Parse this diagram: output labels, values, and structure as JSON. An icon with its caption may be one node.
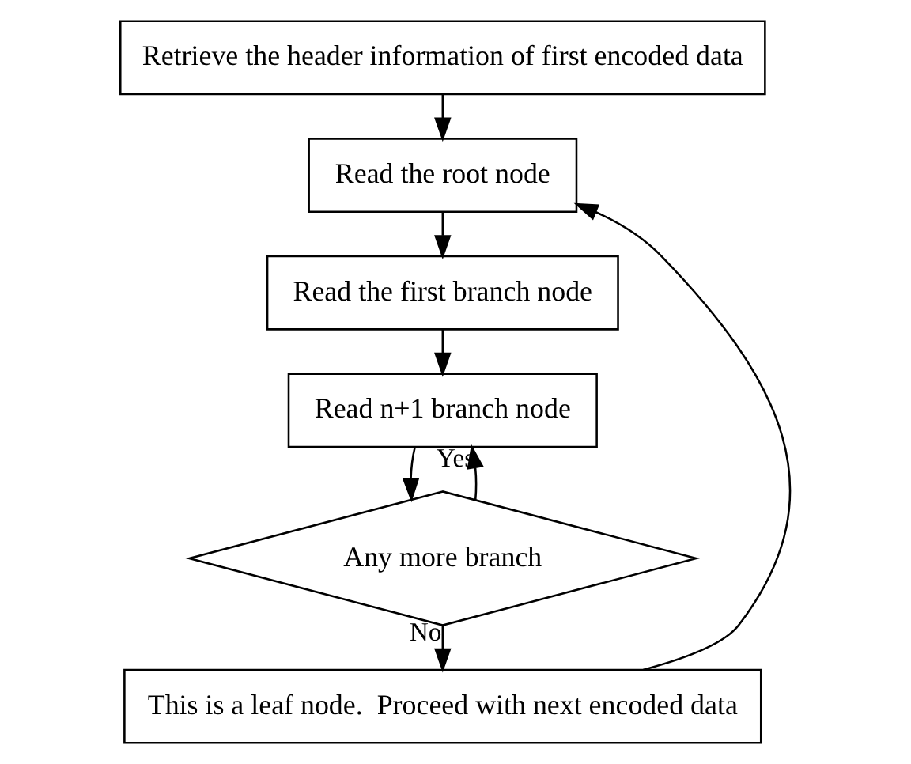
{
  "diagram": {
    "nodes": [
      {
        "text": [
          "Retrieve the header information of first encoded data"
        ]
      },
      {
        "text": [
          "Read the root node"
        ]
      },
      {
        "text": [
          "Read the first branch node"
        ]
      },
      {
        "text": [
          "Read n+1 branch node"
        ]
      },
      {
        "text": [
          "Any more branch"
        ]
      },
      {
        "text": [
          "This is a leaf node.  Proceed with next encoded data"
        ]
      }
    ],
    "edges": [
      {
        "from": 0,
        "to": 1,
        "arrow": "to"
      },
      {
        "from": 1,
        "to": 2,
        "arrow": "to"
      },
      {
        "from": 2,
        "to": 3,
        "arrow": "to"
      },
      {
        "from": 3,
        "to": 4,
        "arrow": "to"
      },
      {
        "from": 4,
        "to": 3,
        "arrow": "to",
        "label": "Yes"
      },
      {
        "from": 4,
        "to": 5,
        "arrow": "to",
        "label": "No"
      },
      {
        "from": 5,
        "to": 1,
        "arrow": "to"
      }
    ]
  }
}
